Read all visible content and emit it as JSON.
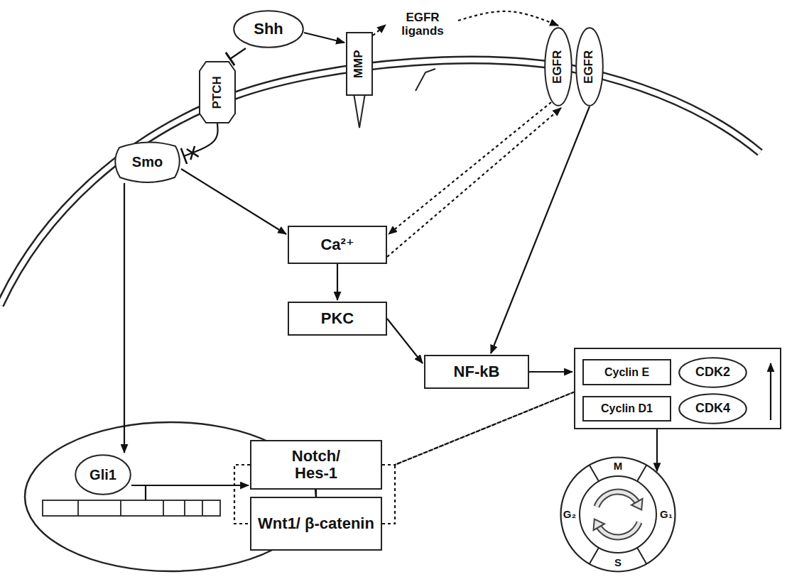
{
  "diagram": {
    "nodes": [
      {
        "text": [
          "Shh"
        ]
      },
      {
        "text": [
          "EGFR ligands"
        ]
      },
      {
        "text": [
          "PTCH"
        ]
      },
      {
        "text": [
          "MMP"
        ]
      },
      {
        "text": [
          "EGFR"
        ]
      },
      {
        "text": [
          "EGFR"
        ]
      },
      {
        "text": [
          "Smo"
        ]
      },
      {
        "text": [
          "Ca²⁺"
        ]
      },
      {
        "text": [
          "PKC"
        ]
      },
      {
        "text": [
          "NF-kB"
        ]
      },
      {
        "text": []
      },
      {
        "text": [
          "Cyclin E"
        ],
        "in": 10
      },
      {
        "text": [
          "CDK2"
        ],
        "in": 10
      },
      {
        "text": [
          "Cyclin D1"
        ],
        "in": 10
      },
      {
        "text": [
          "CDK4"
        ],
        "in": 10
      },
      {
        "text": [
          "Gli1"
        ]
      },
      {
        "text": [
          "Notch/ Hes-1"
        ]
      },
      {
        "text": [
          "Wnt1/ β-catenin"
        ]
      },
      {
        "text": [
          "M",
          "G₁",
          "S",
          "G₂"
        ]
      }
    ],
    "edges": [
      {
        "from": 0,
        "to": 2,
        "arrow": "to"
      },
      {
        "from": 0,
        "to": 3,
        "arrow": "to"
      },
      {
        "from": 3,
        "to": 1,
        "arrow": "to"
      },
      {
        "from": 1,
        "to": 4,
        "arrow": "to"
      },
      {
        "from": 2,
        "to": 6,
        "arrow": "to"
      },
      {
        "from": 6,
        "to": 7,
        "arrow": "to"
      },
      {
        "from": 6,
        "to": 15,
        "arrow": "to"
      },
      {
        "from": 7,
        "to": 8,
        "arrow": "to"
      },
      {
        "from": 4,
        "to": 7,
        "arrow": "to"
      },
      {
        "from": 7,
        "to": 4,
        "arrow": "to"
      },
      {
        "from": 5,
        "to": 9,
        "arrow": "to"
      },
      {
        "from": 8,
        "to": 9,
        "arrow": "to"
      },
      {
        "from": 9,
        "to": 10,
        "arrow": "to"
      },
      {
        "from": 16,
        "to": 10,
        "arrow": "none"
      },
      {
        "from": 17,
        "to": 10,
        "arrow": "none"
      },
      {
        "from": 16,
        "to": 17,
        "arrow": "none"
      },
      {
        "from": 15,
        "to": 16,
        "arrow": "to"
      },
      {
        "from": 10,
        "to": 18,
        "arrow": "to"
      }
    ]
  }
}
